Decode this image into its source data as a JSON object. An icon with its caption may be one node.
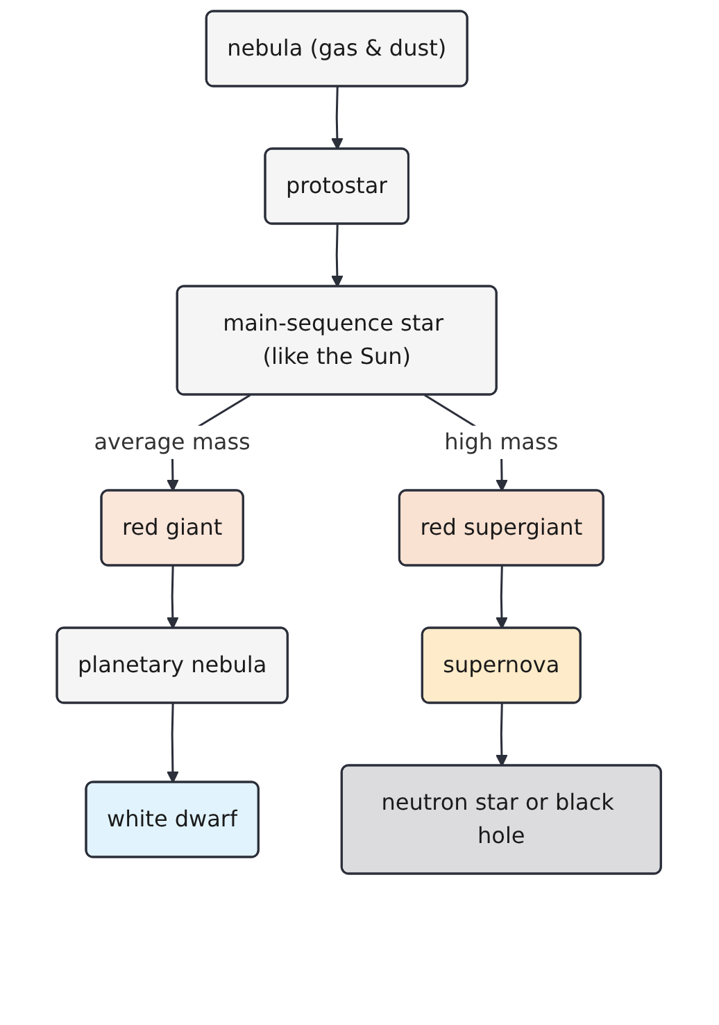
{
  "diagram": {
    "nodes": [
      {
        "text": [
          "nebula (gas & dust)"
        ]
      },
      {
        "text": [
          "protostar"
        ]
      },
      {
        "text": [
          "main-sequence star (like the Sun)"
        ]
      },
      {
        "text": [
          "red giant"
        ]
      },
      {
        "text": [
          "planetary nebula"
        ]
      },
      {
        "text": [
          "white dwarf"
        ]
      },
      {
        "text": [
          "red supergiant"
        ]
      },
      {
        "text": [
          "supernova"
        ]
      },
      {
        "text": [
          "neutron star or black hole"
        ]
      }
    ],
    "edges": [
      {
        "from": 0,
        "to": 1,
        "arrow": "to"
      },
      {
        "from": 1,
        "to": 2,
        "arrow": "to"
      },
      {
        "from": 2,
        "to": 3,
        "arrow": "to",
        "label": "average mass"
      },
      {
        "from": 3,
        "to": 4,
        "arrow": "to"
      },
      {
        "from": 4,
        "to": 5,
        "arrow": "to"
      },
      {
        "from": 2,
        "to": 6,
        "arrow": "to",
        "label": "high mass"
      },
      {
        "from": 6,
        "to": 7,
        "arrow": "to"
      },
      {
        "from": 7,
        "to": 8,
        "arrow": "to"
      }
    ]
  }
}
